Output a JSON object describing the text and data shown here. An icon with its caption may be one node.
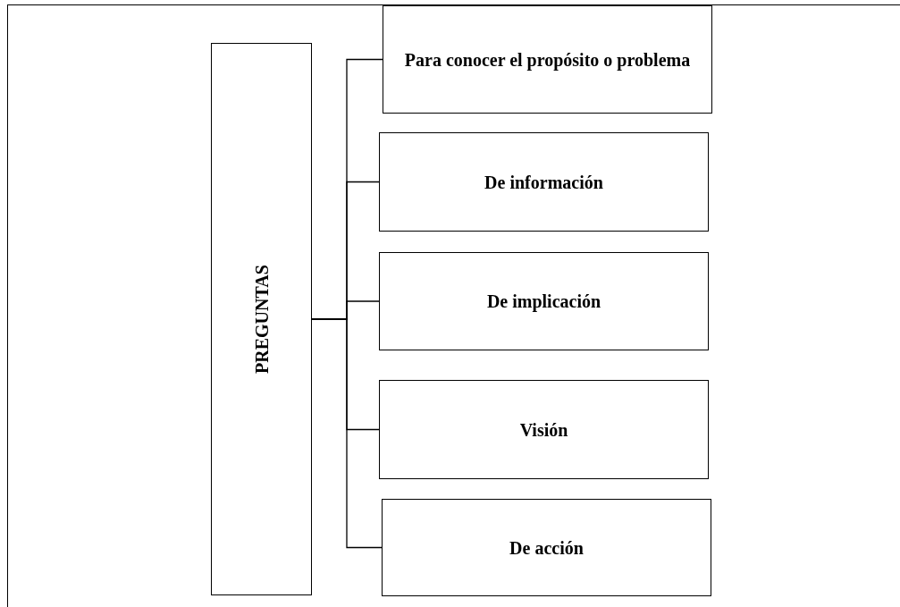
{
  "diagram": {
    "nodes": [
      {
        "text": [
          "PREGUNTAS"
        ]
      },
      {
        "text": [
          "Para conocer el propósito o problema"
        ]
      },
      {
        "text": [
          "De información"
        ]
      },
      {
        "text": [
          "De implicación"
        ]
      },
      {
        "text": [
          "Visión"
        ]
      },
      {
        "text": [
          "De acción"
        ]
      }
    ],
    "edges": [
      {
        "from": 0,
        "to": 1,
        "arrow": "none"
      },
      {
        "from": 0,
        "to": 2,
        "arrow": "none"
      },
      {
        "from": 0,
        "to": 3,
        "arrow": "none"
      },
      {
        "from": 0,
        "to": 4,
        "arrow": "none"
      },
      {
        "from": 0,
        "to": 5,
        "arrow": "none"
      }
    ]
  }
}
